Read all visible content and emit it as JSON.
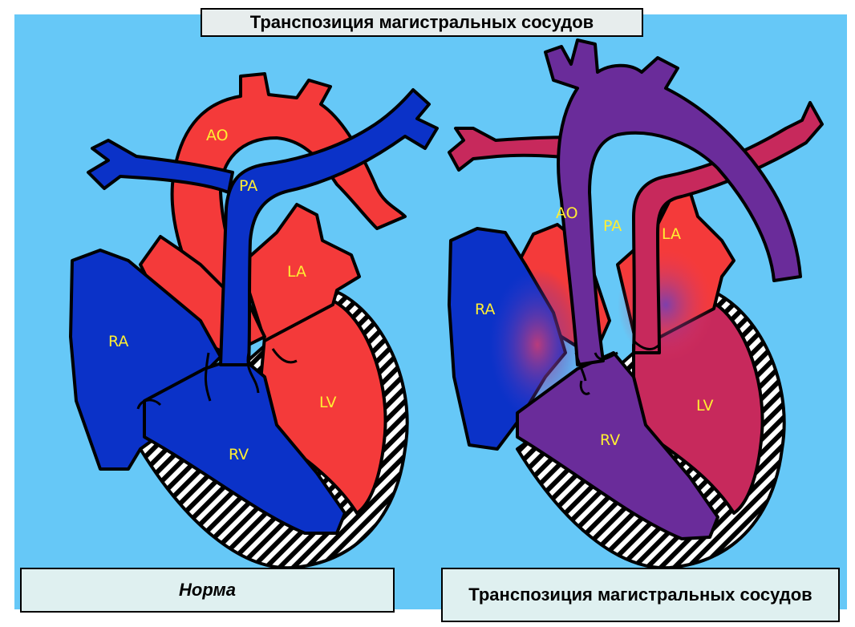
{
  "title": "Транспозиция магистральных сосудов",
  "left_heart": {
    "caption": "Норма",
    "labels": {
      "ao": "AO",
      "pa": "PA",
      "la": "LA",
      "ra": "RA",
      "lv": "LV",
      "rv": "RV"
    }
  },
  "right_heart": {
    "caption": "Транспозиция магистральных сосудов",
    "labels": {
      "ao": "AO",
      "pa": "PA",
      "la": "LA",
      "ra": "RA",
      "lv": "LV",
      "rv": "RV"
    }
  },
  "colors": {
    "background": "#66c8f7",
    "oxygenated": "#f43a3a",
    "deoxygenated": "#0b32c8",
    "mixed_purple": "#6a2c9a",
    "mixed_magenta": "#c7295c",
    "label": "#ffee33"
  }
}
